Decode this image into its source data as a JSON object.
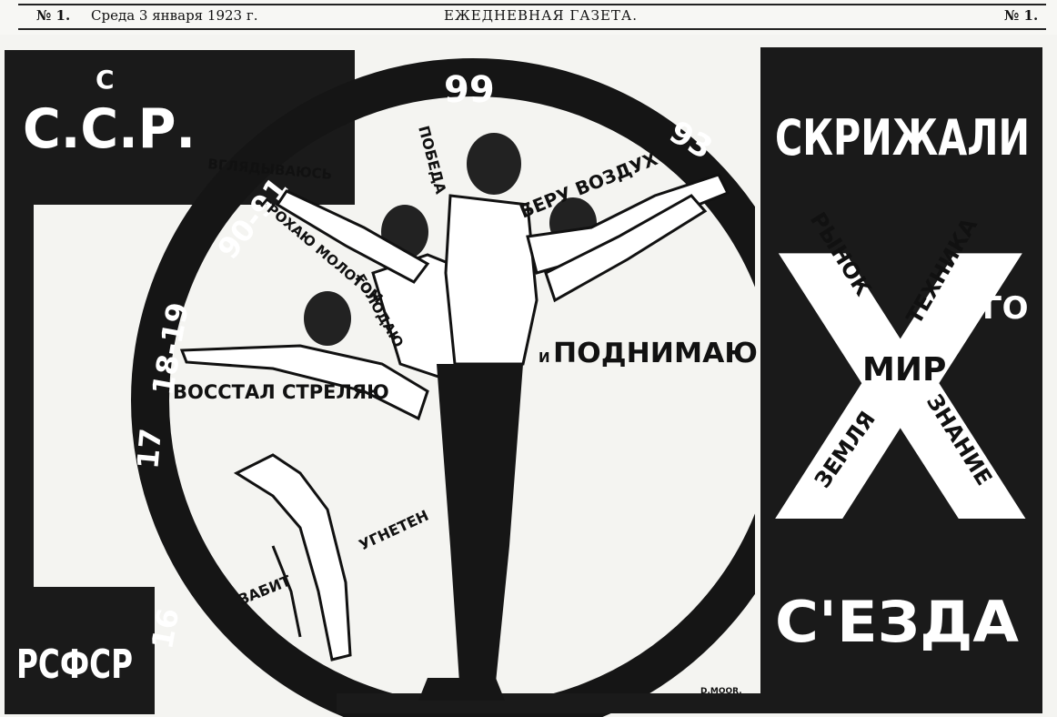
{
  "masthead": {
    "issue_left": "№ 1.",
    "date": "Среда 3 января 1923 г.",
    "paper": "ЕЖЕДНЕВНАЯ ГАЗЕТА.",
    "issue_right": "№ 1."
  },
  "poster": {
    "left": {
      "superscript": "С",
      "title": "С.С.Р.",
      "bottom": "РСФСР"
    },
    "years": {
      "y99": "99",
      "y93": "93",
      "y9091": "90-91",
      "y1819": "18-19",
      "y17": "17",
      "y16": "16"
    },
    "words": {
      "vglyadyvayus": "ВГЛЯДЫВАЮСЬ",
      "pobeda": "ПОБЕДА",
      "beru_vozduh": "БЕРУ ВОЗДУХ",
      "grohayu_molotom": "ГРОХАЮ МОЛОТОМ",
      "golodayu": "ГОЛОДАЮ",
      "vosstal_strelyayu": "ВОССТАЛ СТРЕЛЯЮ",
      "ugneten": "УГНЕТЕН",
      "zabit": "ЗАБИТ",
      "i": "И",
      "podnimayu": "ПОДНИМАЮ",
      "signature": "D.MOOR."
    },
    "right": {
      "title": "СКРИЖАЛИ",
      "numeral": "X",
      "suffix": "ГО",
      "rynok": "РЫНОК",
      "tehnika": "ТЕХНИКА",
      "mir": "МИР",
      "zemlya": "ЗЕМЛЯ",
      "znanie": "ЗНАНИЕ",
      "bottom": "С'ЕЗДА"
    }
  }
}
